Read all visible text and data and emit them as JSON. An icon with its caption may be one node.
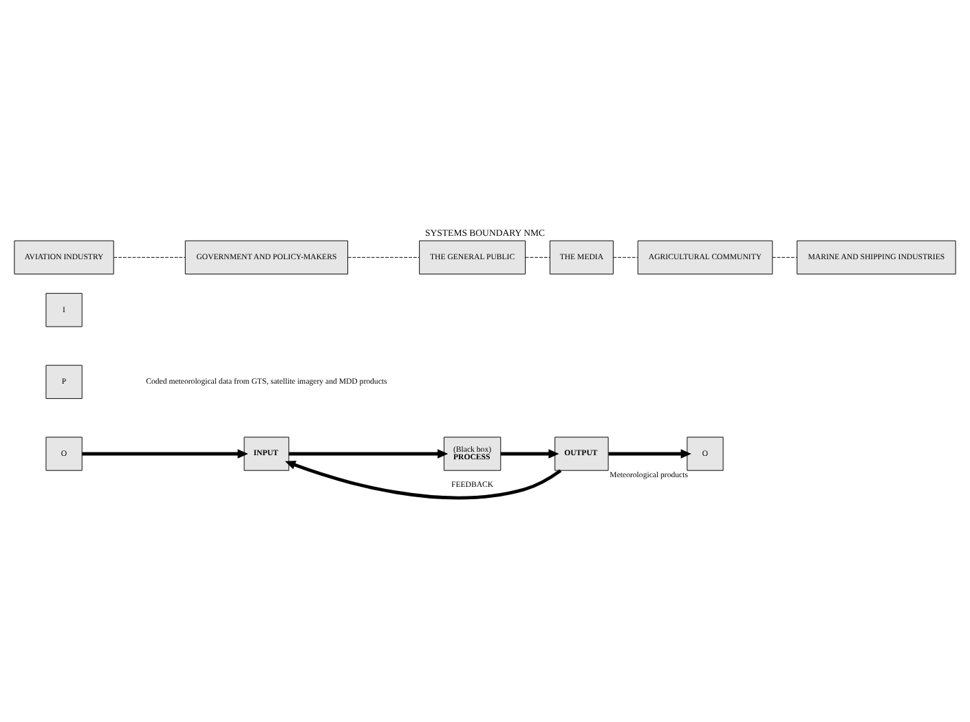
{
  "diagram": {
    "title": "SYSTEMS BOUNDARY NMC",
    "nodes": [
      {
        "text": [
          "I"
        ]
      },
      {
        "text": [
          "P"
        ]
      },
      {
        "text": [
          "O"
        ]
      },
      {
        "text": [
          "INPUT"
        ]
      },
      {
        "text": [
          "(Black box)",
          "PROCESS"
        ]
      },
      {
        "text": [
          "OUTPUT"
        ]
      },
      {
        "text": [
          "O"
        ],
        "beside": [
          "Meteorological products"
        ]
      },
      {
        "text": [
          "AVIATION INDUSTRY"
        ]
      },
      {
        "text": [
          "MARINE AND SHIPPING INDUSTRIES"
        ]
      },
      {
        "text": [
          "AGRICULTURAL COMMUNITY"
        ]
      },
      {
        "text": [
          "GOVERNMENT AND POLICY-MAKERS"
        ]
      },
      {
        "text": [
          "THE GENERAL PUBLIC"
        ]
      },
      {
        "text": [
          "THE MEDIA"
        ]
      }
    ],
    "edges": [
      {
        "from": 2,
        "to": 3,
        "arrow": "to",
        "style": "thick"
      },
      {
        "from": 3,
        "to": 4,
        "arrow": "to",
        "style": "thick"
      },
      {
        "from": 4,
        "to": 5,
        "arrow": "to",
        "style": "thick"
      },
      {
        "from": 5,
        "to": 6,
        "arrow": "to",
        "style": "thick"
      },
      {
        "from": 5,
        "to": 3,
        "arrow": "to",
        "label": "FEEDBACK",
        "style": "thick"
      },
      {
        "from": 7,
        "to": 10,
        "arrow": "none",
        "style": "dashed"
      },
      {
        "from": 10,
        "to": 11,
        "arrow": "none",
        "style": "dashed"
      },
      {
        "from": 11,
        "to": 12,
        "arrow": "none",
        "style": "dashed"
      },
      {
        "from": 12,
        "to": 9,
        "arrow": "none",
        "style": "dashed"
      },
      {
        "from": 9,
        "to": 8,
        "arrow": "none",
        "style": "dashed"
      }
    ],
    "labels": [
      "Coded meteorological data from GTS, satellite imagery and MDD products"
    ]
  }
}
